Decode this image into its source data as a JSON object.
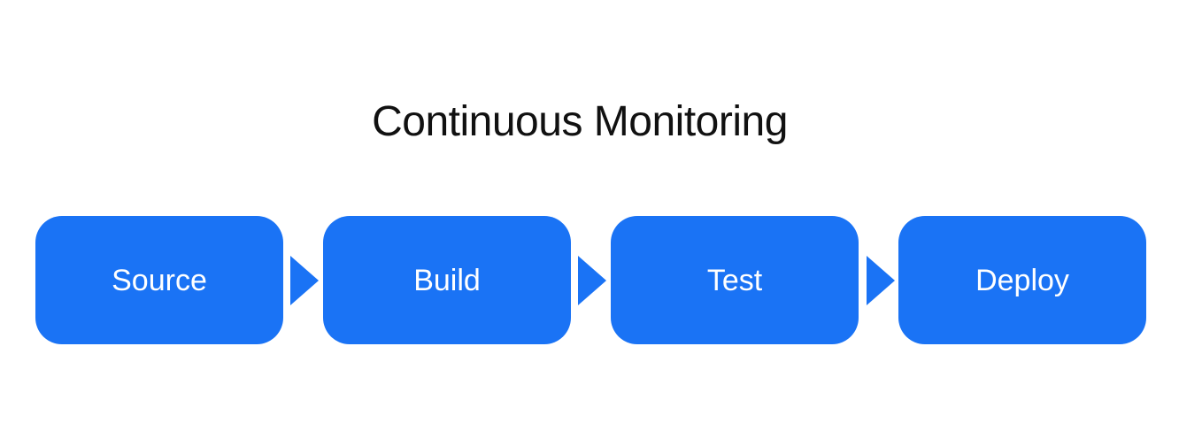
{
  "title": "Continuous Monitoring",
  "colors": {
    "stage_fill": "#1a73f5",
    "stage_text": "#ffffff",
    "title_text": "#111111"
  },
  "stages": [
    {
      "label": "Source"
    },
    {
      "label": "Build"
    },
    {
      "label": "Test"
    },
    {
      "label": "Deploy"
    }
  ]
}
